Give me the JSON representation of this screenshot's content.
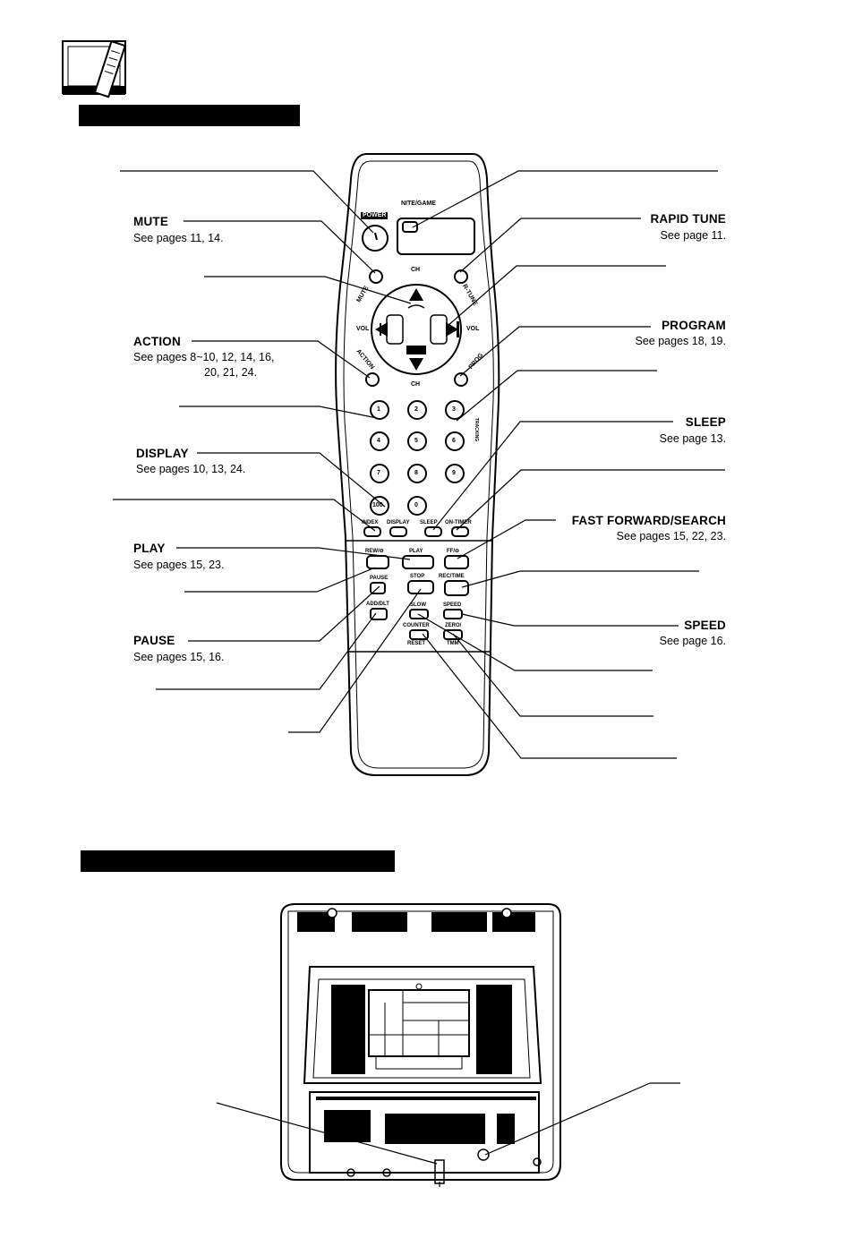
{
  "header_icon": "tv-remote-icon",
  "remote": {
    "left_labels": [
      {
        "label": "MUTE",
        "ref": "See pages 11, 14."
      },
      {
        "label": "ACTION",
        "ref": "See pages  8~10, 12, 14, 16,",
        "ref2": "20, 21, 24."
      },
      {
        "label": "DISPLAY",
        "ref": "See pages 10, 13, 24."
      },
      {
        "label": "PLAY",
        "ref": "See pages 15, 23."
      },
      {
        "label": "PAUSE",
        "ref": "See pages 15, 16."
      }
    ],
    "right_labels": [
      {
        "label": "RAPID TUNE",
        "ref": "See page 11."
      },
      {
        "label": "PROGRAM",
        "ref": "See pages 18, 19."
      },
      {
        "label": "SLEEP",
        "ref": "See page 13."
      },
      {
        "label": "FAST FORWARD/SEARCH",
        "ref": "See pages 15, 22, 23."
      },
      {
        "label": "SPEED",
        "ref": "See page 16."
      }
    ],
    "keys": {
      "power": "POWER",
      "nite": "NITE/GAME",
      "ch_top": "CH",
      "ch_bottom": "CH",
      "vol_left": "VOL",
      "vol_right": "VOL",
      "mute": "MUTE",
      "rtune": "R-TUNE",
      "action": "ACTION",
      "prog": "PROG",
      "tracking": "TRACKING",
      "digits": [
        "1",
        "2",
        "3",
        "4",
        "5",
        "6",
        "7",
        "8",
        "9",
        "100",
        "0"
      ],
      "index": "INDEX",
      "display": "DISPLAY",
      "sleep": "SLEEP",
      "ontimer": "ON-TIMER",
      "rew": "REW/⊖",
      "play": "PLAY",
      "ff": "FF/⊖",
      "pause": "PAUSE",
      "stop": "STOP",
      "rectime": "REC/TIME",
      "adddlt": "ADD/DLT",
      "slow": "SLOW",
      "speed": "SPEED",
      "counter": "COUNTER",
      "reset": "RESET",
      "zero": "ZERO/",
      "tmm": "TMM"
    }
  }
}
